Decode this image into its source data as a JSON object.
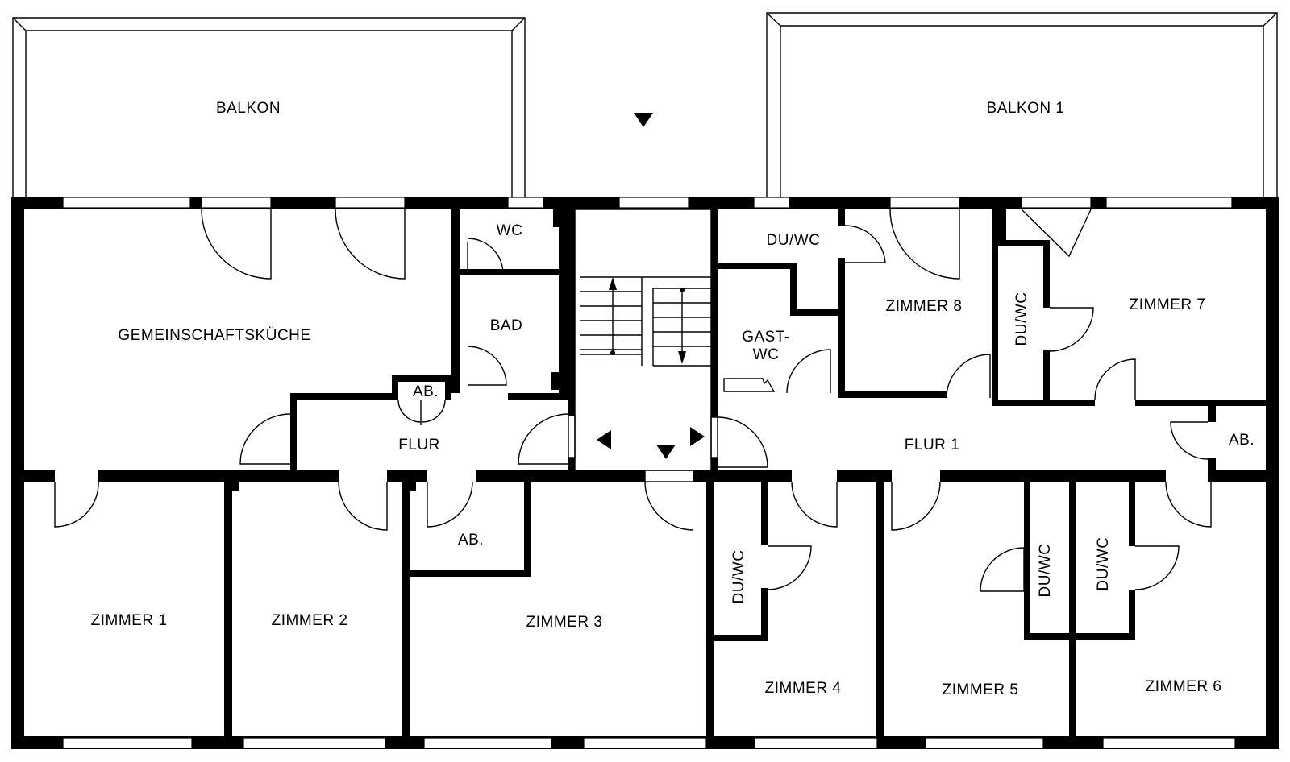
{
  "plan": {
    "rooms": {
      "balkon": "BALKON",
      "balkon_1": "BALKON 1",
      "gemeinschaftskueche": "GEMEINSCHAFTSKÜCHE",
      "wc": "WC",
      "bad": "BAD",
      "ab_flur": "AB.",
      "flur": "FLUR",
      "ab_lower": "AB.",
      "du_wc_top": "DU/WC",
      "gast": "GAST-",
      "gast_wc": "WC",
      "zimmer_8": "ZIMMER 8",
      "du_wc_z7": "DU/WC",
      "zimmer_7": "ZIMMER 7",
      "flur_1": "FLUR 1",
      "ab_right": "AB.",
      "zimmer_1": "ZIMMER 1",
      "zimmer_2": "ZIMMER 2",
      "zimmer_3": "ZIMMER 3",
      "du_wc_z4": "DU/WC",
      "zimmer_4": "ZIMMER 4",
      "du_wc_z5": "DU/WC",
      "zimmer_5": "ZIMMER 5",
      "du_wc_z6": "DU/WC",
      "zimmer_6": "ZIMMER 6"
    }
  }
}
